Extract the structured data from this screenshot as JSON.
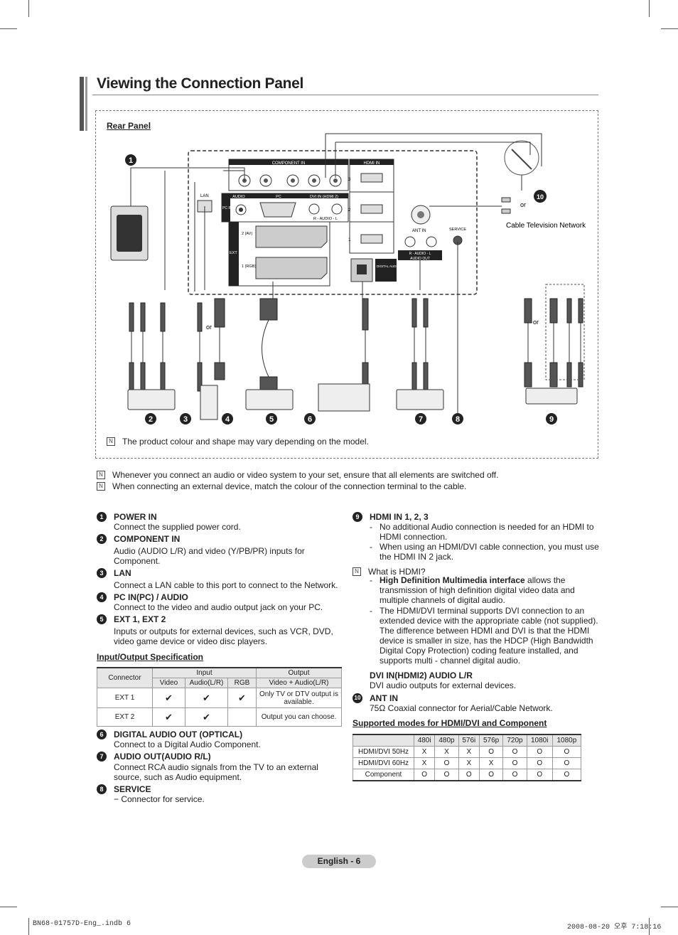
{
  "page_title": "Viewing the Connection Panel",
  "rear_panel_label": "Rear Panel",
  "diagram": {
    "cable_tv_label": "Cable Television Network",
    "or_label": "or",
    "ports": {
      "component_in": "COMPONENT IN",
      "hdmi_in": "HDMI IN",
      "lan": "LAN",
      "pc_in": "PC IN",
      "audio": "AUDIO",
      "pc": "PC",
      "dvi_in": "DVI IN (HDMI 2)",
      "audio_lr": "R - AUDIO - L",
      "ext": "EXT",
      "ext2": "2 (AV)",
      "ext1": "1 (RGB)",
      "ant_in": "ANT IN",
      "service": "SERVICE",
      "audio_out": "AUDIO OUT",
      "digital_audio_out": "DIGITAL AUDIO OUT (OPTICAL)",
      "hdmi_nums": [
        "3",
        "2",
        "1"
      ]
    },
    "callouts": [
      "1",
      "2",
      "3",
      "4",
      "5",
      "6",
      "7",
      "8",
      "9",
      "10"
    ],
    "note": "The product colour and shape may vary depending on the model."
  },
  "notes": [
    "Whenever you connect an audio or video system to your set, ensure that all elements are switched off.",
    "When connecting an external device, match the colour of the connection terminal to the cable."
  ],
  "items_left": [
    {
      "num": "1",
      "title": "POWER IN",
      "body": "Connect the supplied power cord."
    },
    {
      "num": "2",
      "title": "COMPONENT IN",
      "body": "Audio (AUDIO L/R) and video (Y/PB/PR) inputs for Component."
    },
    {
      "num": "3",
      "title": "LAN",
      "body": "Connect a LAN cable to this port to connect to the Network."
    },
    {
      "num": "4",
      "title": "PC IN(PC) / AUDIO",
      "body": "Connect to the video and audio output jack on your PC."
    },
    {
      "num": "5",
      "title": "EXT 1, EXT 2",
      "body": "Inputs or outputs for external devices, such as VCR, DVD, video game device or video disc players."
    }
  ],
  "io_spec": {
    "heading": "Input/Output Specification",
    "headers": {
      "connector": "Connector",
      "input": "Input",
      "output": "Output",
      "video": "Video",
      "audio": "Audio(L/R)",
      "rgb": "RGB",
      "out_sub": "Video + Audio(L/R)"
    },
    "rows": [
      {
        "name": "EXT 1",
        "video": "✔",
        "audio": "✔",
        "rgb": "✔",
        "output": "Only TV or DTV output is available."
      },
      {
        "name": "EXT 2",
        "video": "✔",
        "audio": "✔",
        "rgb": "",
        "output": "Output you can choose."
      }
    ]
  },
  "items_left2": [
    {
      "num": "6",
      "title": "DIGITAL AUDIO OUT (OPTICAL)",
      "body": "Connect to a Digital Audio Component."
    },
    {
      "num": "7",
      "title": "AUDIO OUT(AUDIO R/L)",
      "body": "Connect RCA audio signals from the TV to an external source, such as Audio equipment."
    },
    {
      "num": "8",
      "title": "SERVICE",
      "body": "−  Connector for service."
    }
  ],
  "hdmi_item": {
    "num": "9",
    "title": "HDMI IN 1, 2, 3",
    "bullets": [
      "No additional Audio connection is needed for an HDMI to HDMI connection.",
      "When using an HDMI/DVI cable connection, you must use the HDMI IN 2 jack."
    ],
    "what_is": "What is HDMI?",
    "what_bullets": [
      {
        "bold": "High Definition Multimedia interface",
        "rest": " allows the transmission of high definition digital video data and multiple channels of digital audio."
      },
      {
        "bold": "",
        "rest": "The HDMI/DVI terminal supports DVI connection to an extended device with the appropriate cable (not supplied). The difference between HDMI and DVI is that the HDMI device is smaller in size, has the HDCP (High Bandwidth Digital Copy Protection) coding feature installed, and supports multi - channel digital audio."
      }
    ],
    "dvi_title": "DVI IN(HDMI2) AUDIO L/R",
    "dvi_body": "DVI audio outputs for external devices."
  },
  "ant_item": {
    "num": "10",
    "title": "ANT IN",
    "body": "75Ω Coaxial connector for Aerial/Cable Network."
  },
  "modes": {
    "heading": "Supported modes for HDMI/DVI and Component",
    "columns": [
      "",
      "480i",
      "480p",
      "576i",
      "576p",
      "720p",
      "1080i",
      "1080p"
    ],
    "rows": [
      [
        "HDMI/DVI 50Hz",
        "X",
        "X",
        "X",
        "O",
        "O",
        "O",
        "O"
      ],
      [
        "HDMI/DVI 60Hz",
        "X",
        "O",
        "X",
        "X",
        "O",
        "O",
        "O"
      ],
      [
        "Component",
        "O",
        "O",
        "O",
        "O",
        "O",
        "O",
        "O"
      ]
    ]
  },
  "footer": {
    "page": "English - 6",
    "file": "BN68-01757D-Eng_.indb   6",
    "date": "2008-08-20   오후 7:18:16"
  }
}
